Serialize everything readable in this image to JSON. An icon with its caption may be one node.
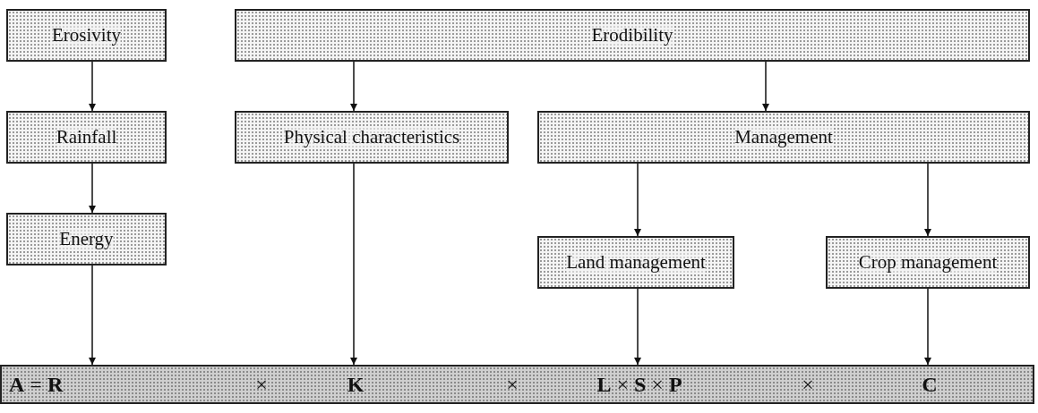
{
  "diagram": {
    "nodes": [
      {
        "text": [
          "Erosivity"
        ]
      },
      {
        "text": [
          "Erodibility"
        ]
      },
      {
        "text": [
          "Rainfall"
        ]
      },
      {
        "text": [
          "Physical characteristics"
        ]
      },
      {
        "text": [
          "Management"
        ]
      },
      {
        "text": [
          "Energy"
        ]
      },
      {
        "text": [
          "Land management"
        ]
      },
      {
        "text": [
          "Crop management"
        ]
      },
      {
        "text": [
          "**A** = **R**",
          "×",
          "**K**",
          "×",
          "**L** × **S** × **P**",
          "×",
          "**C**"
        ]
      }
    ],
    "edges": [
      {
        "from": 0,
        "to": 2,
        "arrow": "to"
      },
      {
        "from": 2,
        "to": 5,
        "arrow": "to"
      },
      {
        "from": 1,
        "to": 3,
        "arrow": "to"
      },
      {
        "from": 1,
        "to": 4,
        "arrow": "to"
      },
      {
        "from": 4,
        "to": 6,
        "arrow": "to"
      },
      {
        "from": 4,
        "to": 7,
        "arrow": "to"
      },
      {
        "from": 5,
        "to": 8,
        "arrow": "to"
      },
      {
        "from": 3,
        "to": 8,
        "arrow": "to"
      },
      {
        "from": 6,
        "to": 8,
        "arrow": "to"
      },
      {
        "from": 7,
        "to": 8,
        "arrow": "to"
      }
    ]
  }
}
